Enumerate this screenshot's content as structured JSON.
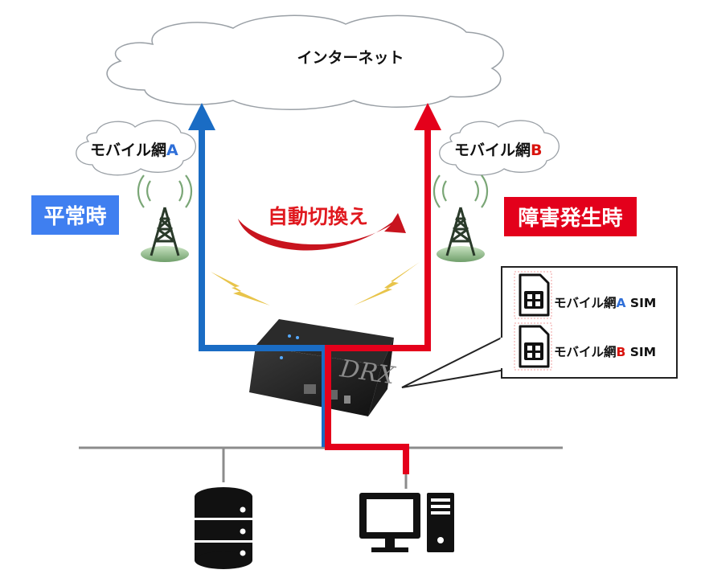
{
  "internet": "インターネット",
  "network_a": {
    "prefix": "モバイル網",
    "suffix": "A"
  },
  "network_b": {
    "prefix": "モバイル網",
    "suffix": "B"
  },
  "normal_label": "平常時",
  "failure_label": "障害発生時",
  "switch_label": "自動切換え",
  "router_logo": "DRX",
  "sim_slots": [
    {
      "prefix": "モバイル網",
      "suffix": "A",
      "tail": " SIM"
    },
    {
      "prefix": "モバイル網",
      "suffix": "B",
      "tail": " SIM"
    }
  ],
  "colors": {
    "normal": "#3f7ff0",
    "failure": "#e3001b",
    "path_a": "#1a6cc4",
    "path_b": "#e4001b"
  },
  "icons": [
    "cloud-icon",
    "antenna-tower-icon",
    "lightning-icon",
    "router-icon",
    "sim-card-icon",
    "database-server-icon",
    "desktop-pc-icon"
  ]
}
